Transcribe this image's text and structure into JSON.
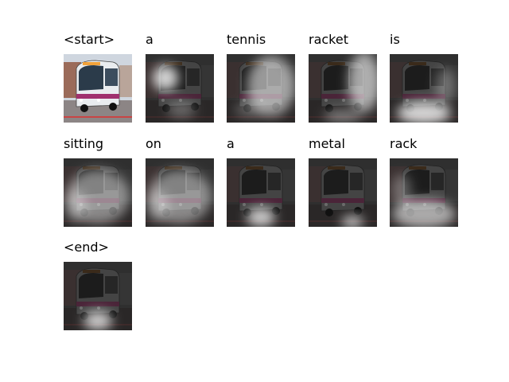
{
  "figure": {
    "steps": [
      {
        "word": "<start>",
        "kind": "original"
      },
      {
        "word": "a",
        "kind": "attention",
        "focus": "upper-left"
      },
      {
        "word": "tennis",
        "kind": "attention",
        "focus": "center-right"
      },
      {
        "word": "racket",
        "kind": "attention",
        "focus": "right"
      },
      {
        "word": "is",
        "kind": "attention",
        "focus": "bottom"
      },
      {
        "word": "sitting",
        "kind": "attention",
        "focus": "wide"
      },
      {
        "word": "on",
        "kind": "attention",
        "focus": "wide"
      },
      {
        "word": "a",
        "kind": "attention",
        "focus": "bottom-center"
      },
      {
        "word": "metal",
        "kind": "attention",
        "focus": "bottom-center-small"
      },
      {
        "word": "rack",
        "kind": "attention",
        "focus": "wide-bottom"
      },
      {
        "word": "<end>",
        "kind": "attention",
        "focus": "bottom-center"
      }
    ]
  }
}
